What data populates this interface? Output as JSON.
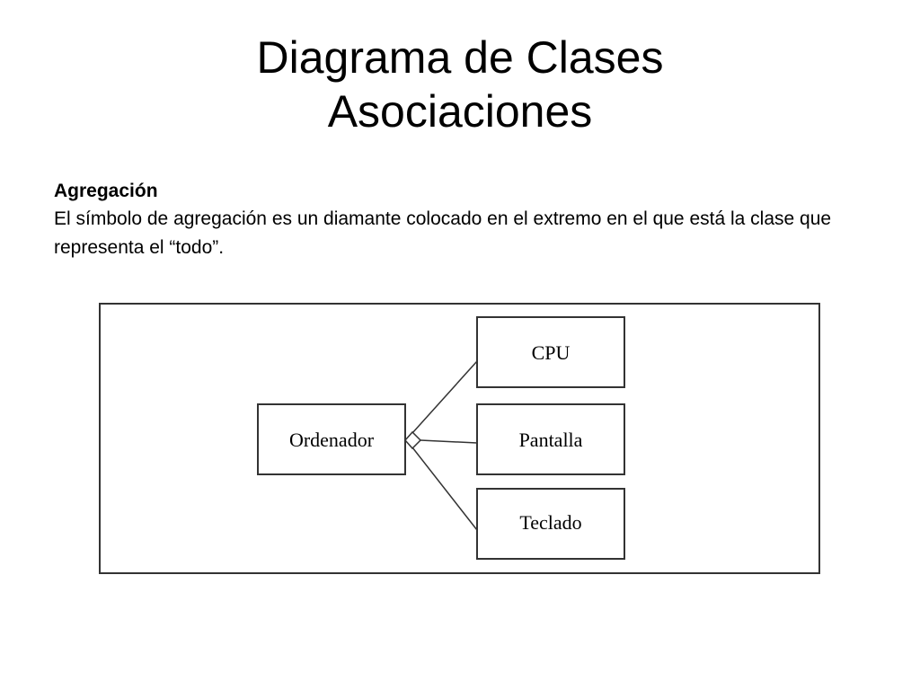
{
  "slide": {
    "title_line1": "Diagrama de Clases",
    "title_line2": "Asociaciones"
  },
  "section": {
    "heading": "Agregación",
    "body": "El símbolo de agregación es un diamante colocado en el extremo en el que está la clase que representa el “todo”."
  },
  "diagram": {
    "whole_class": "Ordenador",
    "part_classes": [
      "CPU",
      "Pantalla",
      "Teclado"
    ],
    "relation": "aggregation"
  }
}
